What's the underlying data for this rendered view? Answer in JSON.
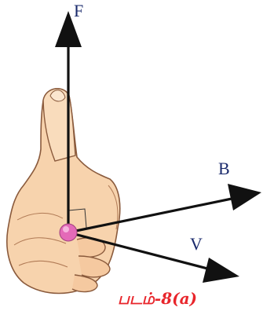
{
  "labels": {
    "force": "F",
    "magnetic_field": "B",
    "velocity": "V"
  },
  "caption": "படம்-8(a)",
  "colors": {
    "arrow": "#111111",
    "skin": "#f7d3ad",
    "skin_outline": "#8a5a3c",
    "charge": "#e46ab8",
    "caption": "#e8252b",
    "label": "#1a2a6c"
  }
}
